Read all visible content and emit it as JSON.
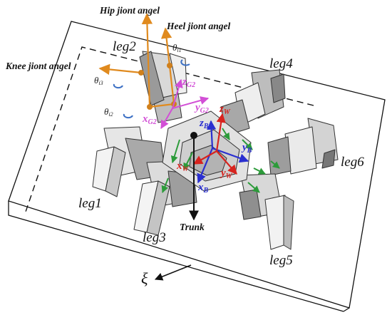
{
  "annotations": {
    "hip": "Hip jiont angel",
    "heel": "Heel jiont angel",
    "knee": "Knee jiont angel",
    "trunk": "Trunk"
  },
  "legs": [
    "leg1",
    "leg2",
    "leg3",
    "leg4",
    "leg5",
    "leg6"
  ],
  "angles": {
    "theta1": {
      "sym": "θ",
      "sub": "i1"
    },
    "theta2": {
      "sym": "θ",
      "sub": "i2"
    },
    "theta3": {
      "sym": "θ",
      "sub": "i3"
    }
  },
  "axes": {
    "zG2": {
      "base": "z",
      "sub": "G2"
    },
    "yG2": {
      "base": "y",
      "sub": "G2"
    },
    "xG2": {
      "base": "x",
      "sub": "G2"
    },
    "zB": {
      "base": "z",
      "sub": "B"
    },
    "yB": {
      "base": "y",
      "sub": "B"
    },
    "xB": {
      "base": "x",
      "sub": "B"
    },
    "zW": {
      "base": "z",
      "sub": "W"
    },
    "yW": {
      "base": "y",
      "sub": "W"
    },
    "xW": {
      "base": "x",
      "sub": "W"
    }
  },
  "frame_label": "ξ",
  "colors": {
    "annotation_arrow": "#e08a1e",
    "axis_g2": "#d24fd6",
    "axis_body": "#2a2fd0",
    "axis_world": "#d8231e",
    "rotation_marker": "#3b6fc4",
    "joint_dot": "#d0801c",
    "leg_edges": "#2c9b3a"
  }
}
